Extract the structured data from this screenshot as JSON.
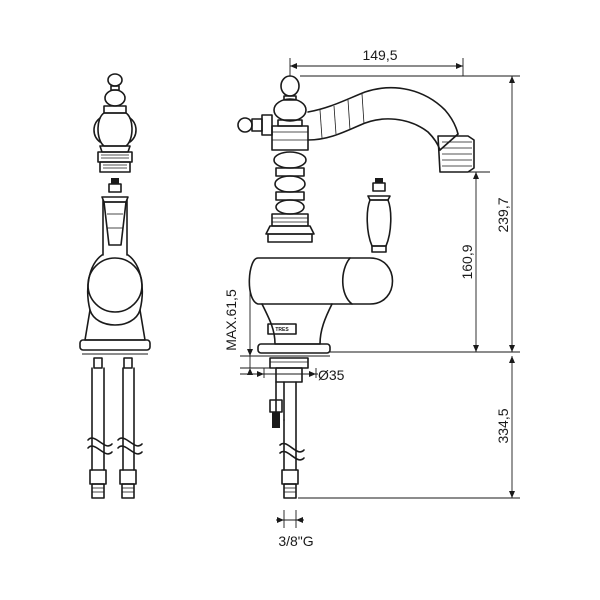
{
  "dimensions": {
    "top_width": "149,5",
    "total_height": "239,7",
    "spout_height": "160,9",
    "max_thickness": "MAX.61,5",
    "hole_diameter": "Ø35",
    "hose_length": "334,5",
    "thread": "3/8\"G"
  },
  "brand_mark": "TRES"
}
